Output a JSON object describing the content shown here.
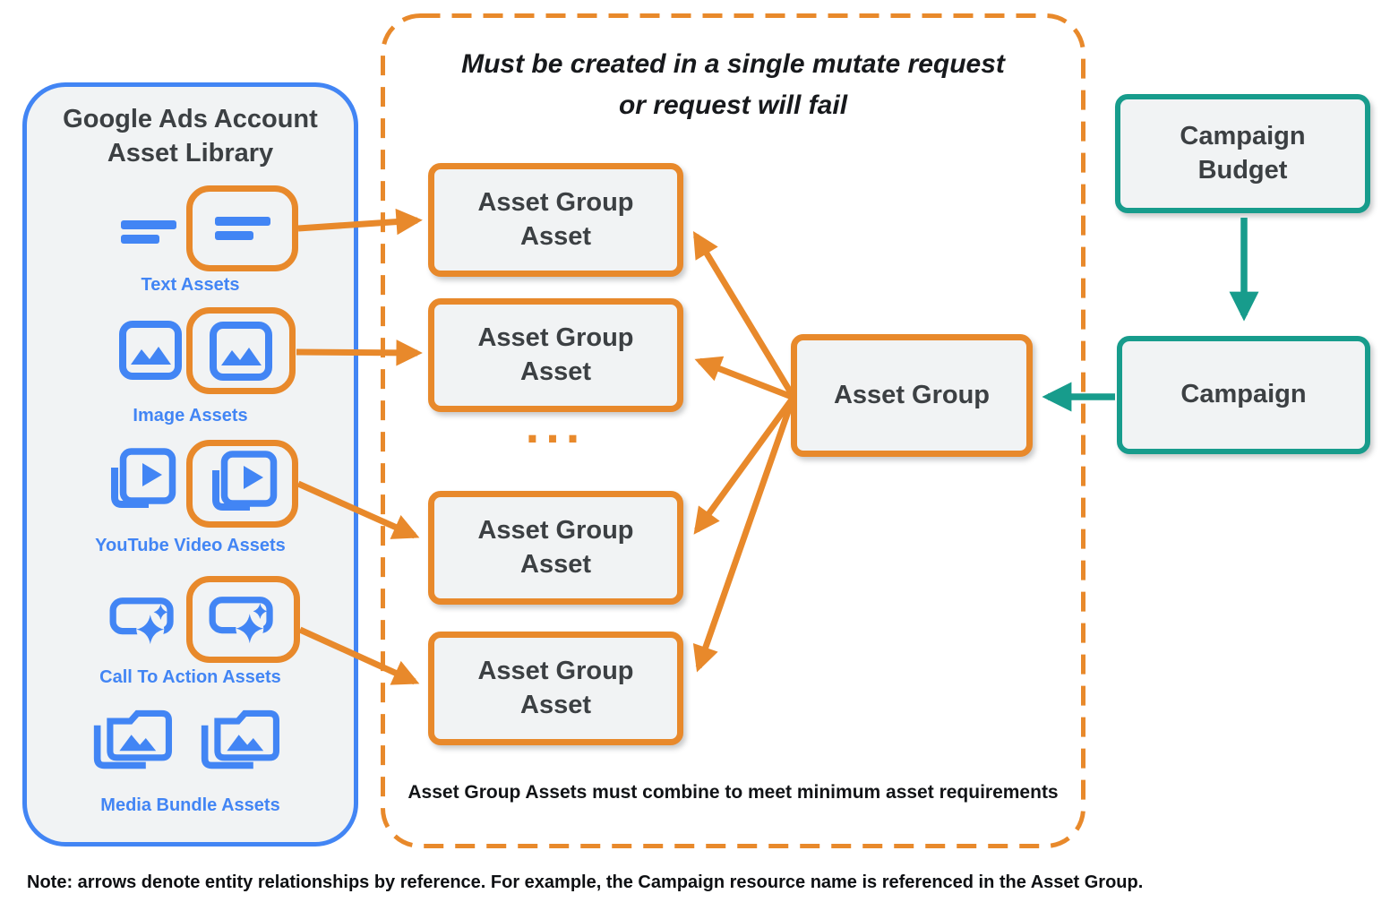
{
  "library": {
    "title": "Google Ads Account Asset Library",
    "items": [
      {
        "label": "Text Assets",
        "icon": "text-asset-icon",
        "in_orange_highlight": true
      },
      {
        "label": "Image Assets",
        "icon": "image-asset-icon",
        "in_orange_highlight": true
      },
      {
        "label": "YouTube Video Assets",
        "icon": "youtube-video-asset-icon",
        "in_orange_highlight": true
      },
      {
        "label": "Call To Action Assets",
        "icon": "call-to-action-asset-icon",
        "in_orange_highlight": true
      },
      {
        "label": "Media Bundle Assets",
        "icon": "media-bundle-asset-icon",
        "in_orange_highlight": false
      }
    ]
  },
  "mutate_panel": {
    "title_line1": "Must be created in a single mutate request",
    "title_line2": "or request will fail",
    "asset_group_asset_boxes": [
      "Asset Group Asset",
      "Asset Group Asset",
      "Asset Group Asset",
      "Asset Group Asset"
    ],
    "ellipsis": "...",
    "footnote": "Asset Group Assets must combine to meet minimum asset requirements"
  },
  "nodes": {
    "asset_group": "Asset Group",
    "campaign_budget": "Campaign Budget",
    "campaign": "Campaign"
  },
  "note": "Note: arrows denote entity relationships by reference. For example, the Campaign resource name is referenced in the Asset Group.",
  "colors": {
    "blue": "#4285F4",
    "orange": "#E8892B",
    "teal": "#179C8C",
    "panel_bg": "#F1F3F4",
    "text_dark": "#3C4043"
  },
  "icons": [
    "text-asset-icon",
    "image-asset-icon",
    "youtube-video-asset-icon",
    "call-to-action-asset-icon",
    "media-bundle-asset-icon"
  ]
}
